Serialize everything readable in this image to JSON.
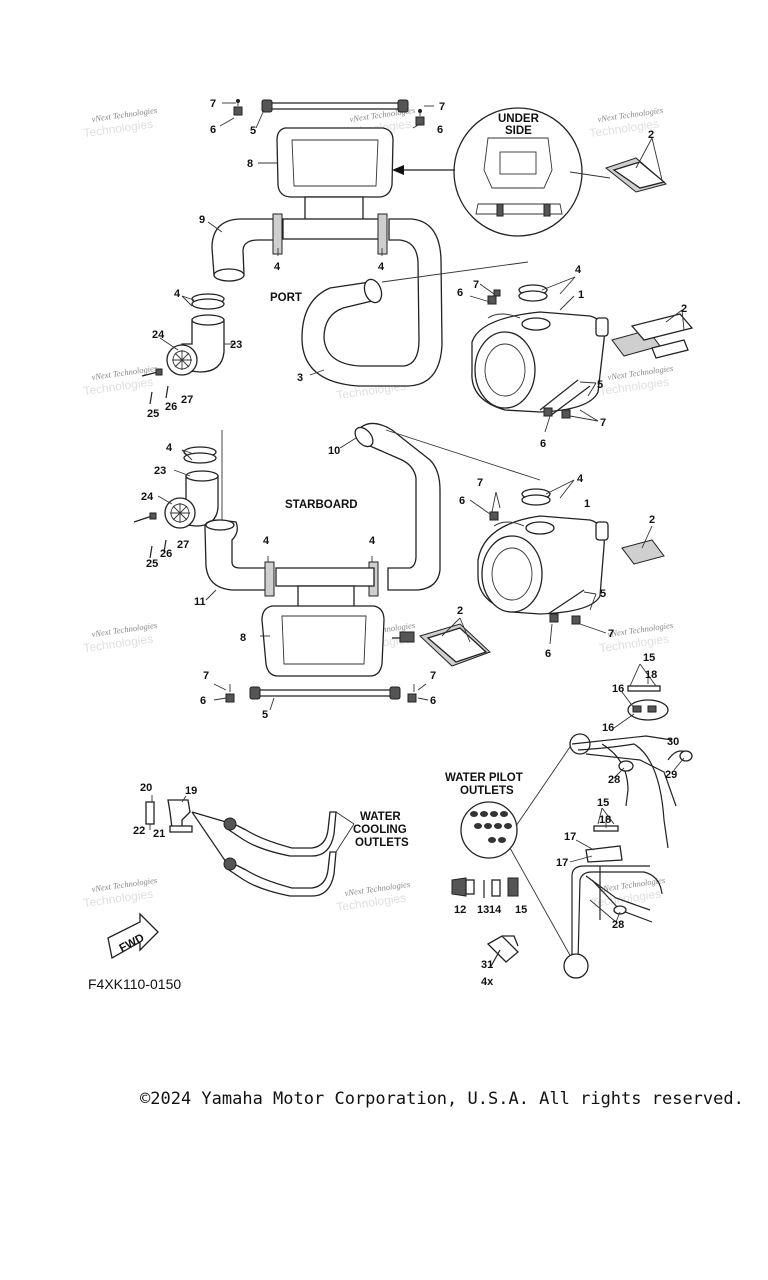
{
  "callouts": {
    "n1": "1",
    "n2": "2",
    "n3": "3",
    "n4": "4",
    "n5": "5",
    "n6": "6",
    "n7": "7",
    "n8": "8",
    "n9": "9",
    "n10": "10",
    "n11": "11",
    "n12": "12",
    "n13": "13",
    "n14": "14",
    "n15": "15",
    "n16": "16",
    "n17": "17",
    "n18": "18",
    "n19": "19",
    "n20": "20",
    "n21": "21",
    "n22": "22",
    "n23": "23",
    "n24": "24",
    "n25": "25",
    "n26": "26",
    "n27": "27",
    "n28": "28",
    "n29": "29",
    "n30": "30",
    "n31": "31"
  },
  "labels": {
    "under_side_1": "UNDER",
    "under_side_2": "SIDE",
    "port": "PORT",
    "starboard": "STARBOARD",
    "water_pilot_1": "WATER PILOT",
    "water_pilot_2": "OUTLETS",
    "water_cooling_1": "WATER",
    "water_cooling_2": "COOLING",
    "water_cooling_3": "OUTLETS",
    "quantity_4x": "4x",
    "fwd": "FWD"
  },
  "watermark": {
    "line1": "vNext Technologies",
    "line2": "Technologies"
  },
  "diagram_code": "F4XK110-0150",
  "copyright": "©2024 Yamaha Motor Corporation, U.S.A. All rights reserved."
}
